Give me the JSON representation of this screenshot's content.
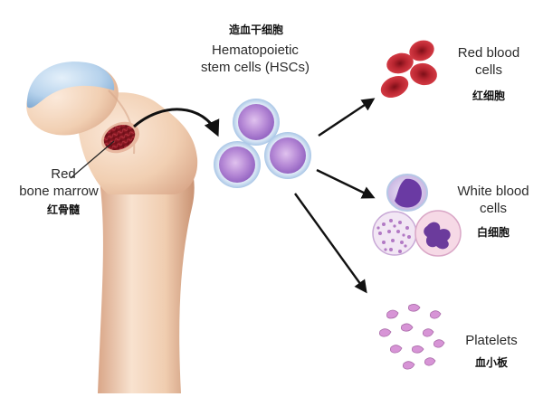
{
  "hsc": {
    "zh": "造血干细胞",
    "en_line1": "Hematopoietic",
    "en_line2": "stem cells (HSCs)"
  },
  "marrow": {
    "en_line1": "Red",
    "en_line2": "bone marrow",
    "zh": "红骨髓"
  },
  "rbc": {
    "en_line1": "Red blood",
    "en_line2": "cells",
    "zh": "红细胞"
  },
  "wbc": {
    "en_line1": "White blood",
    "en_line2": "cells",
    "zh": "白细胞"
  },
  "platelets": {
    "en": "Platelets",
    "zh": "血小板"
  },
  "colors": {
    "bone": "#f0d0b4",
    "bone_dark": "#d9a98a",
    "cartilage": "#a9c9e6",
    "marrow": "#8e1a26",
    "hsc_fill": "#b98ad6",
    "hsc_ring": "#bfd7ef",
    "rbc": "#b3202a",
    "wbc_nucleus": "#6a3aa3",
    "platelet": "#d99ad6"
  }
}
